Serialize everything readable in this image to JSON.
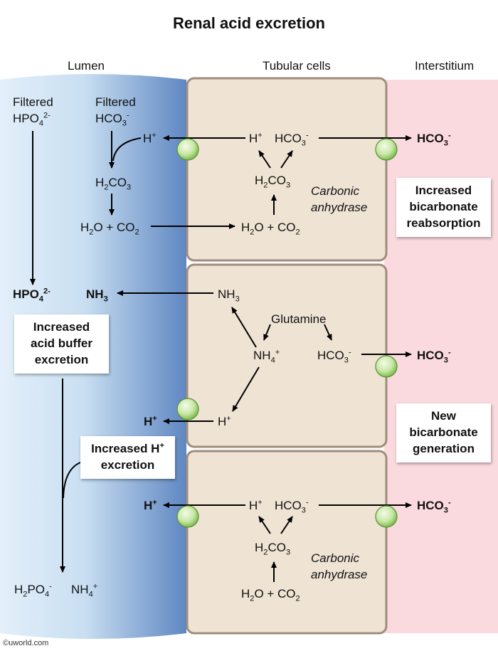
{
  "title": "Renal acid excretion",
  "regions": {
    "lumen": "Lumen",
    "cells": "Tubular cells",
    "interstitium": "Interstitium"
  },
  "lumen": {
    "filtered": "Filtered",
    "hpo4": {
      "base": "HPO",
      "sub": "4",
      "sup": "2-"
    },
    "hco3": {
      "base": "HCO",
      "sub": "3",
      "sup": "-"
    },
    "h2co3": {
      "a": "H",
      "sub1": "2",
      "b": "CO",
      "sub2": "3"
    },
    "h2o_co2": {
      "a": "H",
      "sub1": "2",
      "b": "O + CO",
      "sub2": "2"
    },
    "hpo4_bold": {
      "base": "HPO",
      "sub": "4",
      "sup": "2-"
    },
    "nh3": {
      "base": "NH",
      "sub": "3"
    },
    "h2po4": {
      "a": "H",
      "sub1": "2",
      "b": "PO",
      "sub2": "4",
      "sup": "-"
    },
    "nh4": {
      "base": "NH",
      "sub": "4",
      "sup": "+"
    }
  },
  "common": {
    "h": "H",
    "plus": "+",
    "hco3": "HCO",
    "three": "3",
    "minus": "-",
    "carbonic": "Carbonic",
    "anhydrase": "anhydrase",
    "glutamine": "Glutamine"
  },
  "boxes": {
    "reabsorption": [
      "Increased",
      "bicarbonate",
      "reabsorption"
    ],
    "buffer": [
      "Increased",
      "acid buffer",
      "excretion"
    ],
    "h_excretion": {
      "line1": "Increased H",
      "sup": "+",
      "line2": "excretion"
    },
    "generation": [
      "New",
      "bicarbonate",
      "generation"
    ]
  },
  "copyright": "©uworld.com",
  "colors": {
    "lumen_light": "#dcebf7",
    "lumen_dark": "#6f93c8",
    "cell_fill": "#efe3d4",
    "cell_border": "#a08c7c",
    "interstitium": "#fadadf",
    "transporter": "#8fcf6a"
  }
}
